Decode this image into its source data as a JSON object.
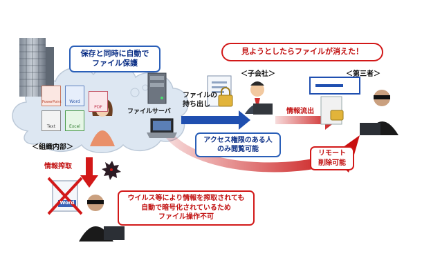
{
  "callouts": {
    "autosave": "保存と同時に自動で\nファイル保護",
    "vanished": "見ようとしたらファイルが消えた！",
    "access_only": "アクセス権限のある人\nのみ閲覧可能",
    "encrypted": "ウイルス等により情報を搾取されても\n自動で暗号化されているため\nファイル操作不可",
    "remote_delete": "リモート\n削除可能"
  },
  "labels": {
    "org_internal": "＜組織内部＞",
    "subsidiary": "＜子会社＞",
    "third_party": "＜第三者＞",
    "file_server": "ファイルサーバ",
    "file_takeout": "ファイルの\n持ち出し",
    "info_leak": "情報流出",
    "info_theft": "情報搾取"
  },
  "file_icons": [
    "PowerPoint",
    "Word",
    "PDF",
    "Text",
    "Excel",
    "Word"
  ],
  "colors": {
    "red": "#d21818",
    "blue": "#1f4fb0",
    "cloud": "#dde7f2"
  }
}
